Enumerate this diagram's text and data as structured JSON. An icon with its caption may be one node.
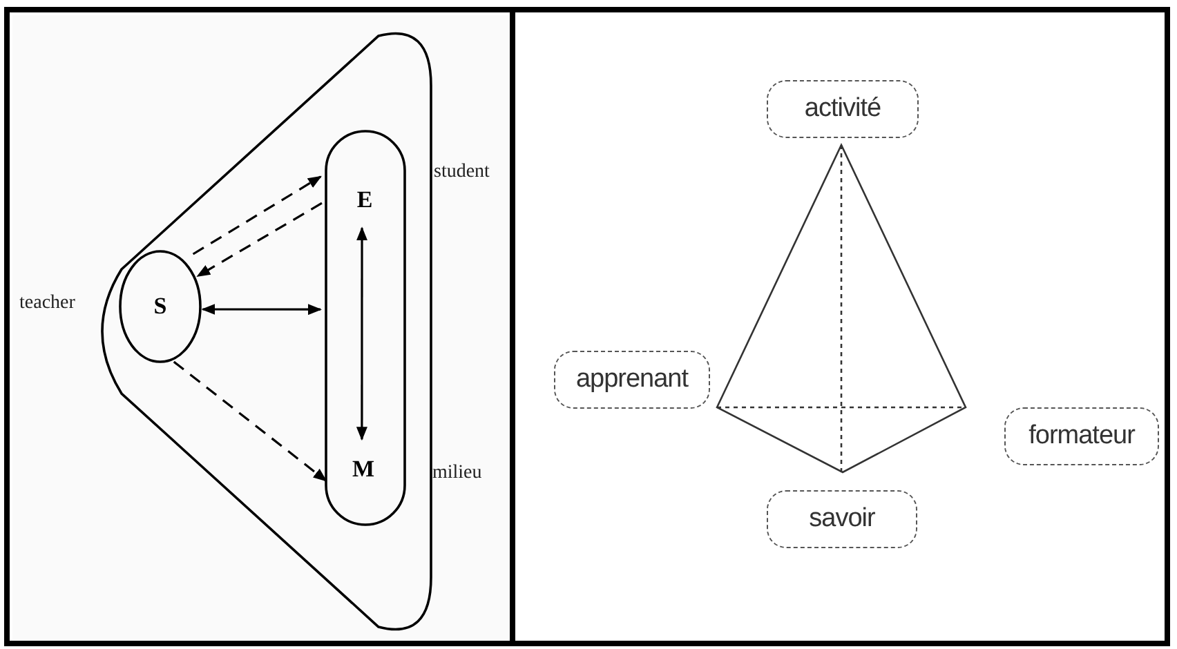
{
  "diagram": {
    "nodes": [
      {
        "text": [],
        "shape": "triangle",
        "beside": [
          "teacher"
        ]
      },
      {
        "text": [
          "S"
        ],
        "in": 0
      },
      {
        "text": [],
        "shape": "oval",
        "in": 0,
        "beside": [
          "student"
        ]
      },
      {
        "text": [
          "E"
        ],
        "in": 2
      },
      {
        "text": [
          "M"
        ],
        "in": 2,
        "beside": [
          "milieu"
        ]
      },
      {
        "text": [
          "activité"
        ]
      },
      {
        "text": [
          "apprenant"
        ]
      },
      {
        "text": [
          "formateur"
        ]
      },
      {
        "text": [
          "savoir"
        ]
      }
    ],
    "edges": [
      {
        "from": 1,
        "to": 3,
        "arrow": "to",
        "style": "dashed"
      },
      {
        "from": 3,
        "to": 1,
        "arrow": "to",
        "style": "dashed"
      },
      {
        "from": 1,
        "to": 2,
        "arrow": "both"
      },
      {
        "from": 3,
        "to": 4,
        "arrow": "both"
      },
      {
        "from": 1,
        "to": 4,
        "arrow": "to",
        "style": "dashed"
      }
    ]
  }
}
